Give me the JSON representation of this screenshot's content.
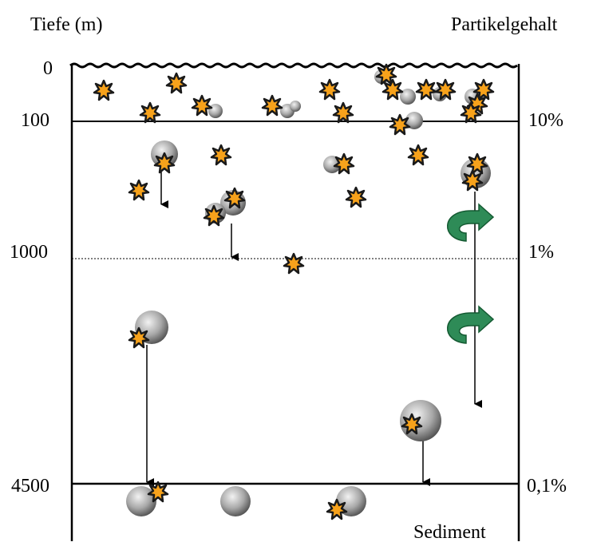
{
  "header": {
    "left_title": "Tiefe (m)",
    "right_title": "Partikelgehalt"
  },
  "depth_labels": [
    "0",
    "100",
    "1000",
    "4500"
  ],
  "content_labels": [
    "10%",
    "1%",
    "0,1%"
  ],
  "bottom_label": "Sediment",
  "colors": {
    "star_fill": "#f7a21b",
    "star_stroke": "#1a1a1a",
    "particle_light": "#f2f2f2",
    "particle_dark": "#4a4a4a",
    "circulation_arrow": "#2e8b57",
    "line": "#000000"
  },
  "icons": {
    "marker": "orange-starburst-icon",
    "particle": "gray-sphere-icon",
    "circulation": "green-curved-arrow-icon"
  }
}
